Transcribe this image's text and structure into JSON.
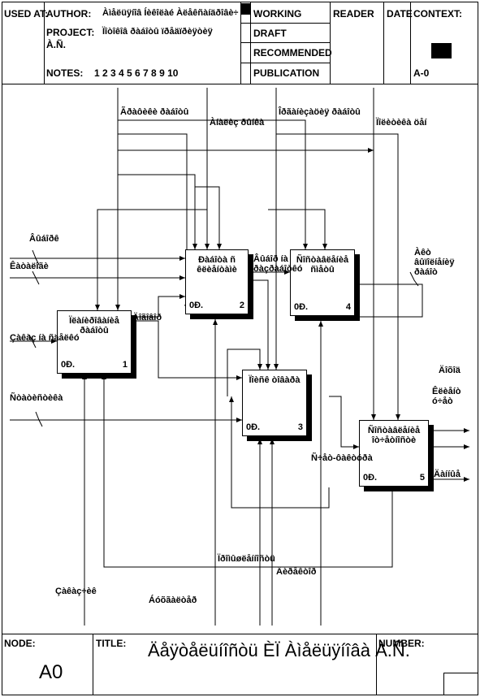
{
  "header": {
    "used_at": "USED AT:",
    "author_label": "AUTHOR:",
    "author_value": "Àìåëüÿíîâ Íèêîëàé Àëåêñàíäðîâè÷",
    "project_label": "PROJECT:",
    "project_value": "Ïîòîêîâ ðàáîòû ïðåäïðèÿòèÿ",
    "project_value_2": "À.Ñ.",
    "notes_label": "NOTES:",
    "notes_numbers": "1  2  3  4  5  6  7  8  9  10",
    "status": [
      "WORKING",
      "DRAFT",
      "RECOMMENDED",
      "PUBLICATION"
    ],
    "reader": "READER",
    "date": "DATE",
    "context": "CONTEXT:",
    "node_ref": "A-0"
  },
  "boxes": [
    {
      "title": "Ïëàíèðîâàíèå\nðàáîòû",
      "code": "0Ð.",
      "num": "1"
    },
    {
      "title": "Ðàáîòà ñ\nêëèåíòàìè",
      "code": "0Ð.",
      "num": "2"
    },
    {
      "title": "Ïîèñê òîâàðà",
      "code": "0Ð.",
      "num": "3"
    },
    {
      "title": "Ñîñòàâëåíèå\nñìåòû",
      "code": "0Ð.",
      "num": "4"
    },
    {
      "title": "Ñîñòàâëåíèå\nîò÷åòíîñòè",
      "code": "0Ð.",
      "num": "5"
    }
  ],
  "arrows": {
    "top1": "Ãðàôèêè ðàáîòû",
    "top2": "Àíàëèç ðûíêà",
    "top3": "Îðãàíèçàöèÿ ðàáîòû",
    "top4": "Ïîëèòèêà öåí",
    "in1": "Âûáîðê",
    "in2": "Êàòàëîãè",
    "in3": "Çàêàç íà ñäåëêó",
    "in4": "Ñòàòèñòèêà",
    "mid1": "Âûáîð íà ðàçðàáîòêó",
    "mid2": "Äîãîâîð",
    "right1": "Àêò âûïîëíåíèÿ ðàáîò",
    "out1": "Äîõîä",
    "out2": "Êëèåíò ó÷åò",
    "out3": "Äàííûå",
    "bottom1": "Ïðîìûøëåííîñòü",
    "mech1": "Çàêàç÷èê",
    "mech2": "Áóõãàëòåð",
    "mech3": "Äèðåêòîð",
    "calc": "Ñ÷åò-ôàêòóðà"
  },
  "footer": {
    "node_label": "NODE:",
    "node_value": "A0",
    "title_label": "TITLE:",
    "title_value": "Äåÿòåëüíîñòü ÈÏ Àìåëüÿíîâà À.Ñ.",
    "number_label": "NUMBER:"
  }
}
